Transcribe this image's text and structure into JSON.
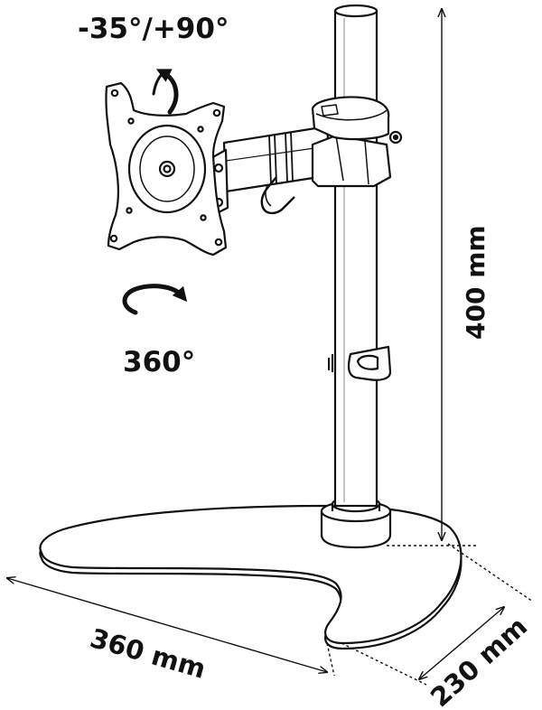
{
  "labels": {
    "tilt_range": "-35°/+90°",
    "rotation": "360°",
    "height": "400 mm",
    "base_width": "360 mm",
    "base_depth": "230 mm"
  },
  "colors": {
    "stroke": "#111111",
    "fill": "#ffffff",
    "text": "#111111"
  }
}
